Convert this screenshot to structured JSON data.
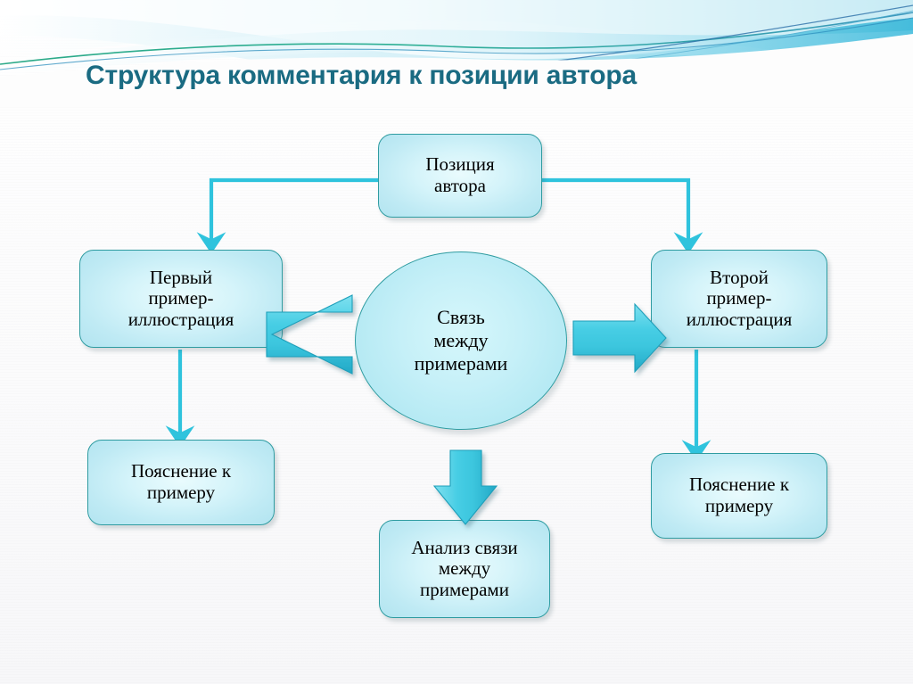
{
  "page": {
    "title": "Структура комментария к позиции автора",
    "background_color": "#fdfdfd",
    "title_color": "#1a6b82",
    "accent_color": "#3dc8dd",
    "node_border_color": "#2f9ca1",
    "node_fill_color": "#ccf1f9"
  },
  "diagram": {
    "type": "flowchart",
    "nodes": [
      {
        "id": "author-position",
        "shape": "rounded-rectangle",
        "lines": [
          "Позиция",
          "автора"
        ],
        "text": "Позиция автора"
      },
      {
        "id": "first-example",
        "shape": "rounded-rectangle",
        "lines": [
          "Первый",
          "пример-",
          "иллюстрация"
        ],
        "text": "Первый пример-иллюстрация"
      },
      {
        "id": "second-example",
        "shape": "rounded-rectangle",
        "lines": [
          "Второй",
          "пример-",
          "иллюстрация"
        ],
        "text": "Второй пример-иллюстрация"
      },
      {
        "id": "link-between-examples",
        "shape": "ellipse",
        "lines": [
          "Связь",
          "между",
          "примерами"
        ],
        "text": "Связь между примерами"
      },
      {
        "id": "explanation-left",
        "shape": "rounded-rectangle",
        "lines": [
          "Пояснение к",
          "примеру"
        ],
        "text": "Пояснение к примеру"
      },
      {
        "id": "explanation-right",
        "shape": "rounded-rectangle",
        "lines": [
          "Пояснение к",
          "примеру"
        ],
        "text": "Пояснение к примеру"
      },
      {
        "id": "analysis-of-link",
        "shape": "rounded-rectangle",
        "lines": [
          "Анализ связи",
          "между",
          "примерами"
        ],
        "text": "Анализ связи между примерами"
      }
    ],
    "connectors": [
      {
        "id": "author-to-first",
        "from": "author-position",
        "to": "first-example",
        "style": "elbow-thin-arrow"
      },
      {
        "id": "author-to-second",
        "from": "author-position",
        "to": "second-example",
        "style": "elbow-thin-arrow"
      },
      {
        "id": "first-to-explanation",
        "from": "first-example",
        "to": "explanation-left",
        "style": "straight-thin-arrow"
      },
      {
        "id": "second-to-explanation",
        "from": "second-example",
        "to": "explanation-right",
        "style": "straight-thin-arrow"
      },
      {
        "id": "link-to-first",
        "from": "link-between-examples",
        "to": "first-example",
        "style": "block-arrow-left"
      },
      {
        "id": "link-to-second",
        "from": "link-between-examples",
        "to": "second-example",
        "style": "block-arrow-right"
      },
      {
        "id": "link-to-analysis",
        "from": "link-between-examples",
        "to": "analysis-of-link",
        "style": "block-arrow-down"
      }
    ]
  }
}
